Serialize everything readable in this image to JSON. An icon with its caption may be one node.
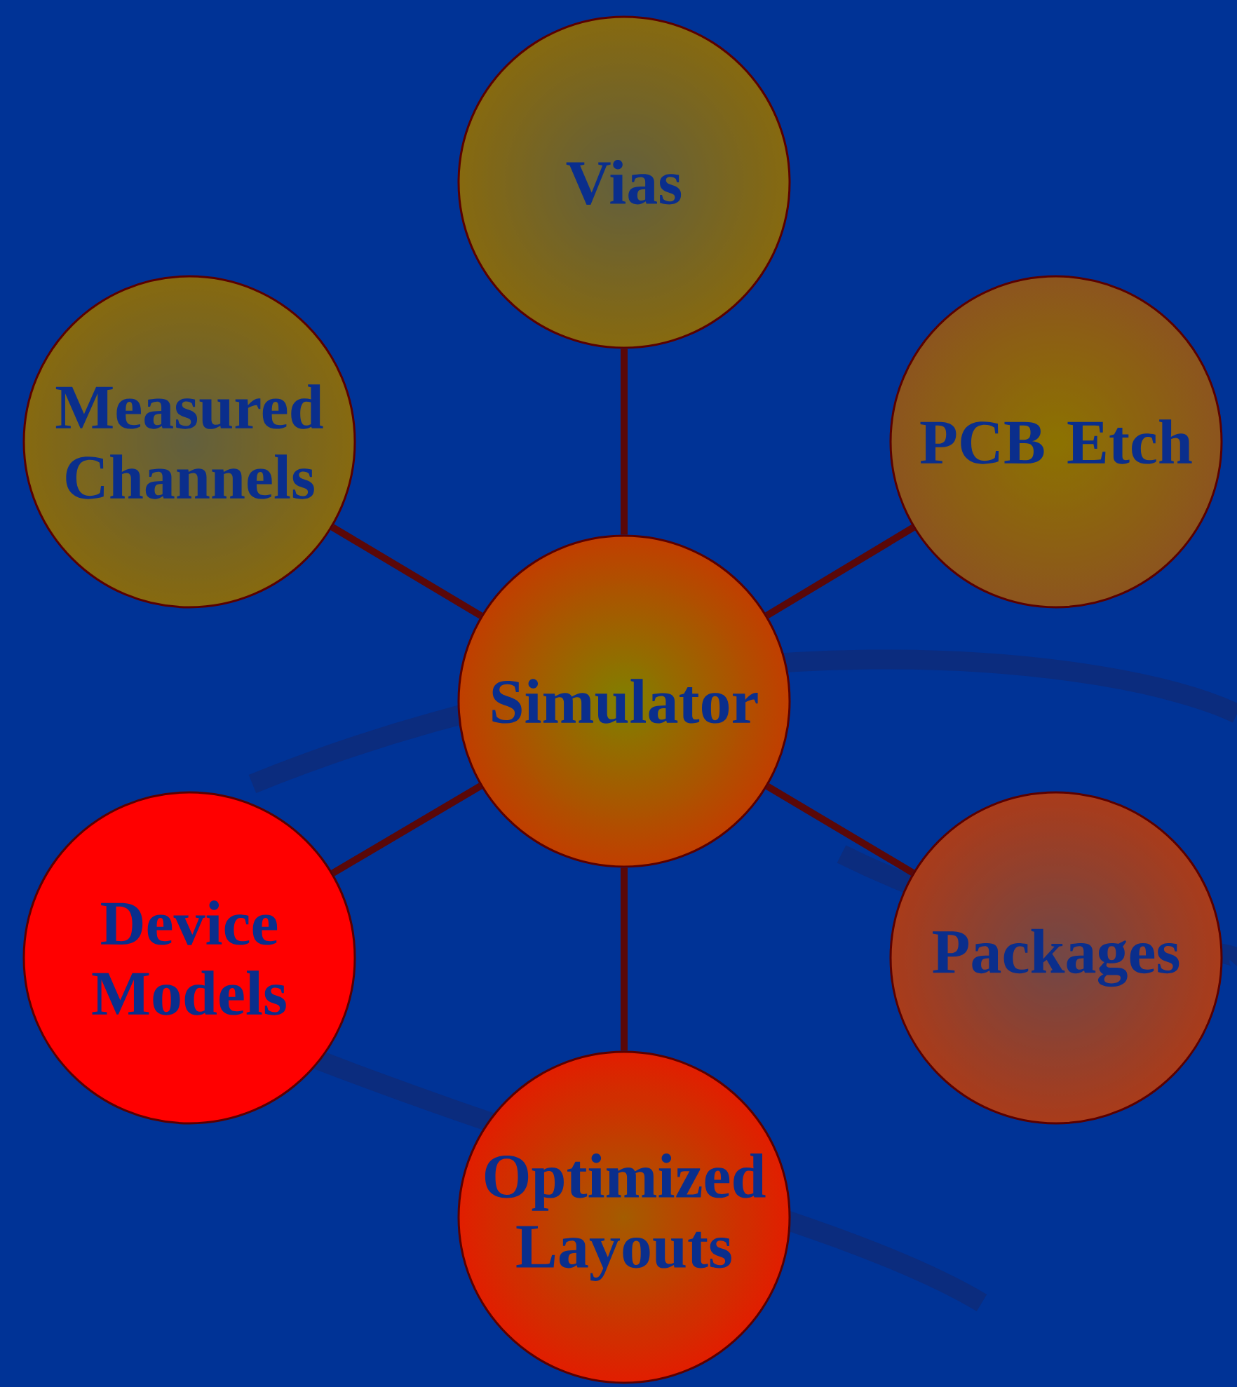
{
  "diagram": {
    "nodes": [
      {
        "text": [
          "Vias"
        ]
      },
      {
        "text": [
          "Measured Channels"
        ]
      },
      {
        "text": [
          "PCB Etch"
        ]
      },
      {
        "text": [
          "Simulator"
        ]
      },
      {
        "text": [
          "Device Models"
        ]
      },
      {
        "text": [
          "Packages"
        ]
      },
      {
        "text": [
          "Optimized Layouts"
        ]
      }
    ],
    "edges": [
      {
        "from": 3,
        "to": 0,
        "arrow": "none"
      },
      {
        "from": 3,
        "to": 1,
        "arrow": "none"
      },
      {
        "from": 3,
        "to": 2,
        "arrow": "none"
      },
      {
        "from": 3,
        "to": 4,
        "arrow": "none"
      },
      {
        "from": 3,
        "to": 5,
        "arrow": "none"
      },
      {
        "from": 3,
        "to": 6,
        "arrow": "none"
      }
    ]
  }
}
